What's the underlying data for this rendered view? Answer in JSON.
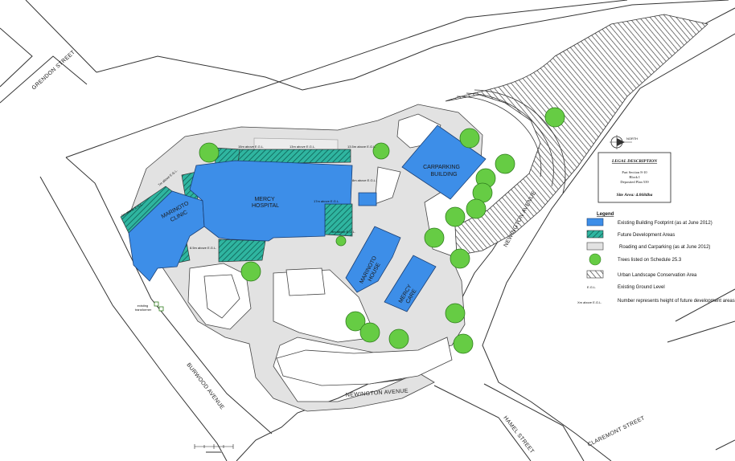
{
  "streets": {
    "grendon": "GRENDON STREET",
    "newington_east": "NEWINGTON AVENUE",
    "newington_south": "NEWINGTON AVENUE",
    "burwood": "BURWOOD AVENUE",
    "hamel": "HAMEL STREET",
    "claremont": "CLAREMONT STREET"
  },
  "buildings": {
    "marinoto_clinic": [
      "MARINOTO",
      "CLINIC"
    ],
    "mercy_hospital": [
      "MERCY",
      "HOSPITAL"
    ],
    "carparking": [
      "CARPARKING",
      "BUILDING"
    ],
    "marinoto_house": [
      "MARINOTO",
      "HOUSE"
    ],
    "mercy_care": [
      "MERCY",
      "CARE"
    ]
  },
  "height_labels": [
    "15m above E.G.L.",
    "13m above E.G.L.",
    "13.5m above E.G.L.",
    "8m above E.G.L.",
    "17m above E.G.L.",
    "9m above E.G.L.",
    "8.5m above E.G.L.",
    "7m above E.G.L.",
    "5m above E.G.L."
  ],
  "transformer": [
    "existing",
    "transformer"
  ],
  "north_label": "NORTH",
  "legal": {
    "title": "LEGAL DESCRIPTION",
    "lines": [
      "Part Section 8-10",
      "Block I",
      "Deposited Plan 539"
    ],
    "site_area": "Site Area: 4.0684ha"
  },
  "legend": {
    "title": "Legend",
    "items": [
      {
        "key": "existing",
        "label": "Existing Building Footprint (as at June 2012)"
      },
      {
        "key": "future",
        "label": "Future Development Areas"
      },
      {
        "key": "roading",
        "label": "Roading and Carparking (as at June 2012)"
      },
      {
        "key": "trees",
        "label": "Trees listed on Schedule 25.3"
      },
      {
        "key": "conservation",
        "label": "Urban Landscape Conservation Area"
      },
      {
        "key": "egl",
        "symbol": "E.G.L.",
        "label": "Existing Ground Level"
      },
      {
        "key": "height",
        "symbol": "Xm above E.G.L.",
        "label": "Number represents height of future development areas"
      }
    ]
  },
  "colors": {
    "building": "#3d8ee8",
    "future": "#2fb5a0",
    "roading": "#e2e2e2",
    "tree": "#66cc44",
    "outline": "#333333"
  }
}
